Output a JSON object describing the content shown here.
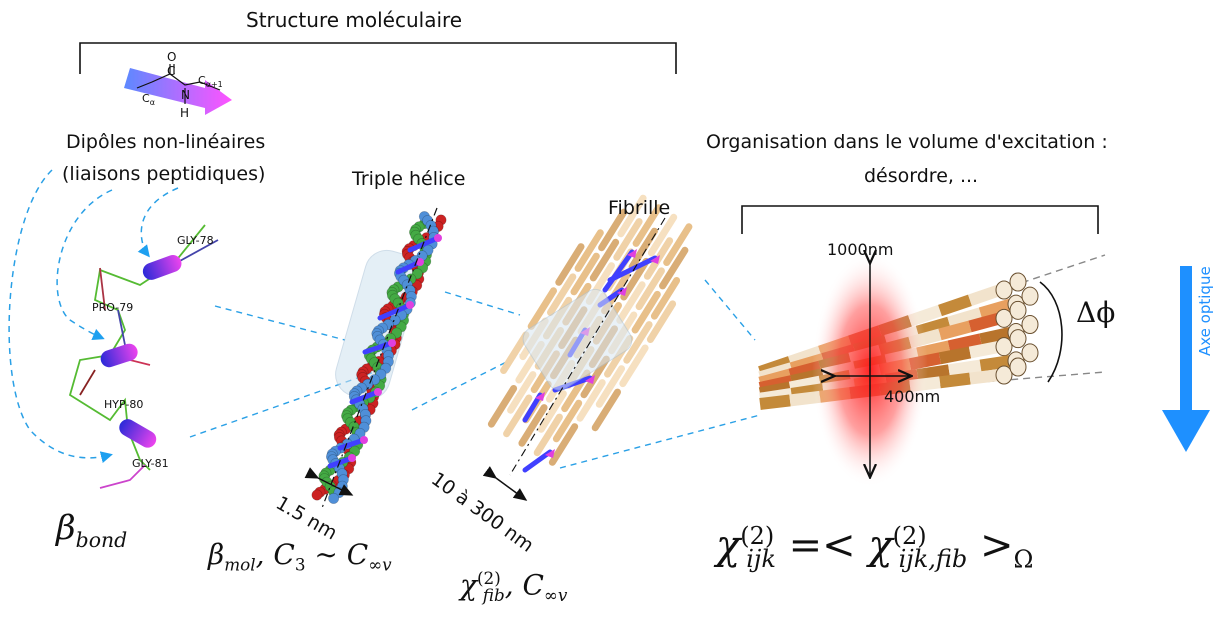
{
  "title": "Structure moléculaire",
  "dipoles_label_line1": "Dipôles non-linéaires",
  "dipoles_label_line2": "(liaisons peptidiques)",
  "triple_helix_label": "Triple hélice",
  "fibril_label": "Fibrille",
  "organisation_line1": "Organisation dans le volume d'excitation :",
  "organisation_line2": "désordre, ...",
  "optical_axis_label": "Axe optique",
  "residues": [
    "GLY-78",
    "PRO-79",
    "HYP-80",
    "GLY-81"
  ],
  "peptide_atoms": {
    "c": "C",
    "o": "O",
    "n": "N",
    "h": "H",
    "ca": "C",
    "ca_sub": "α",
    "ca1": "C",
    "ca1_sub": "α+1"
  },
  "dim_helix": "1.5 nm",
  "dim_fibril": "10 à 300 nm",
  "dim_1000": "1000nm",
  "dim_400": "400nm",
  "delta_phi": "Δϕ",
  "eq_bond": {
    "beta": "β",
    "sub": "bond"
  },
  "eq_mol": {
    "beta": "β",
    "sub": "mol",
    "rest": ", C",
    "c3": "3",
    "sim": " ∼ C",
    "cinf": "∞v"
  },
  "eq_fib": {
    "chi": "χ",
    "sup": "(2)",
    "sub": "fib",
    "rest": ", C",
    "cinf": "∞v"
  },
  "eq_global": {
    "chi": "χ",
    "sup": "(2)",
    "sub": "ijk",
    "mid": " =< χ",
    "sup2": "(2)",
    "sub2": "ijk,fib",
    "end": " >",
    "omega": "Ω"
  },
  "colors": {
    "arrow_blue": "#1e90ff",
    "dashed": "#2aa0e6",
    "magenta": "#e040e0",
    "blue": "#3030e0",
    "glow": "#ff2a2a"
  }
}
